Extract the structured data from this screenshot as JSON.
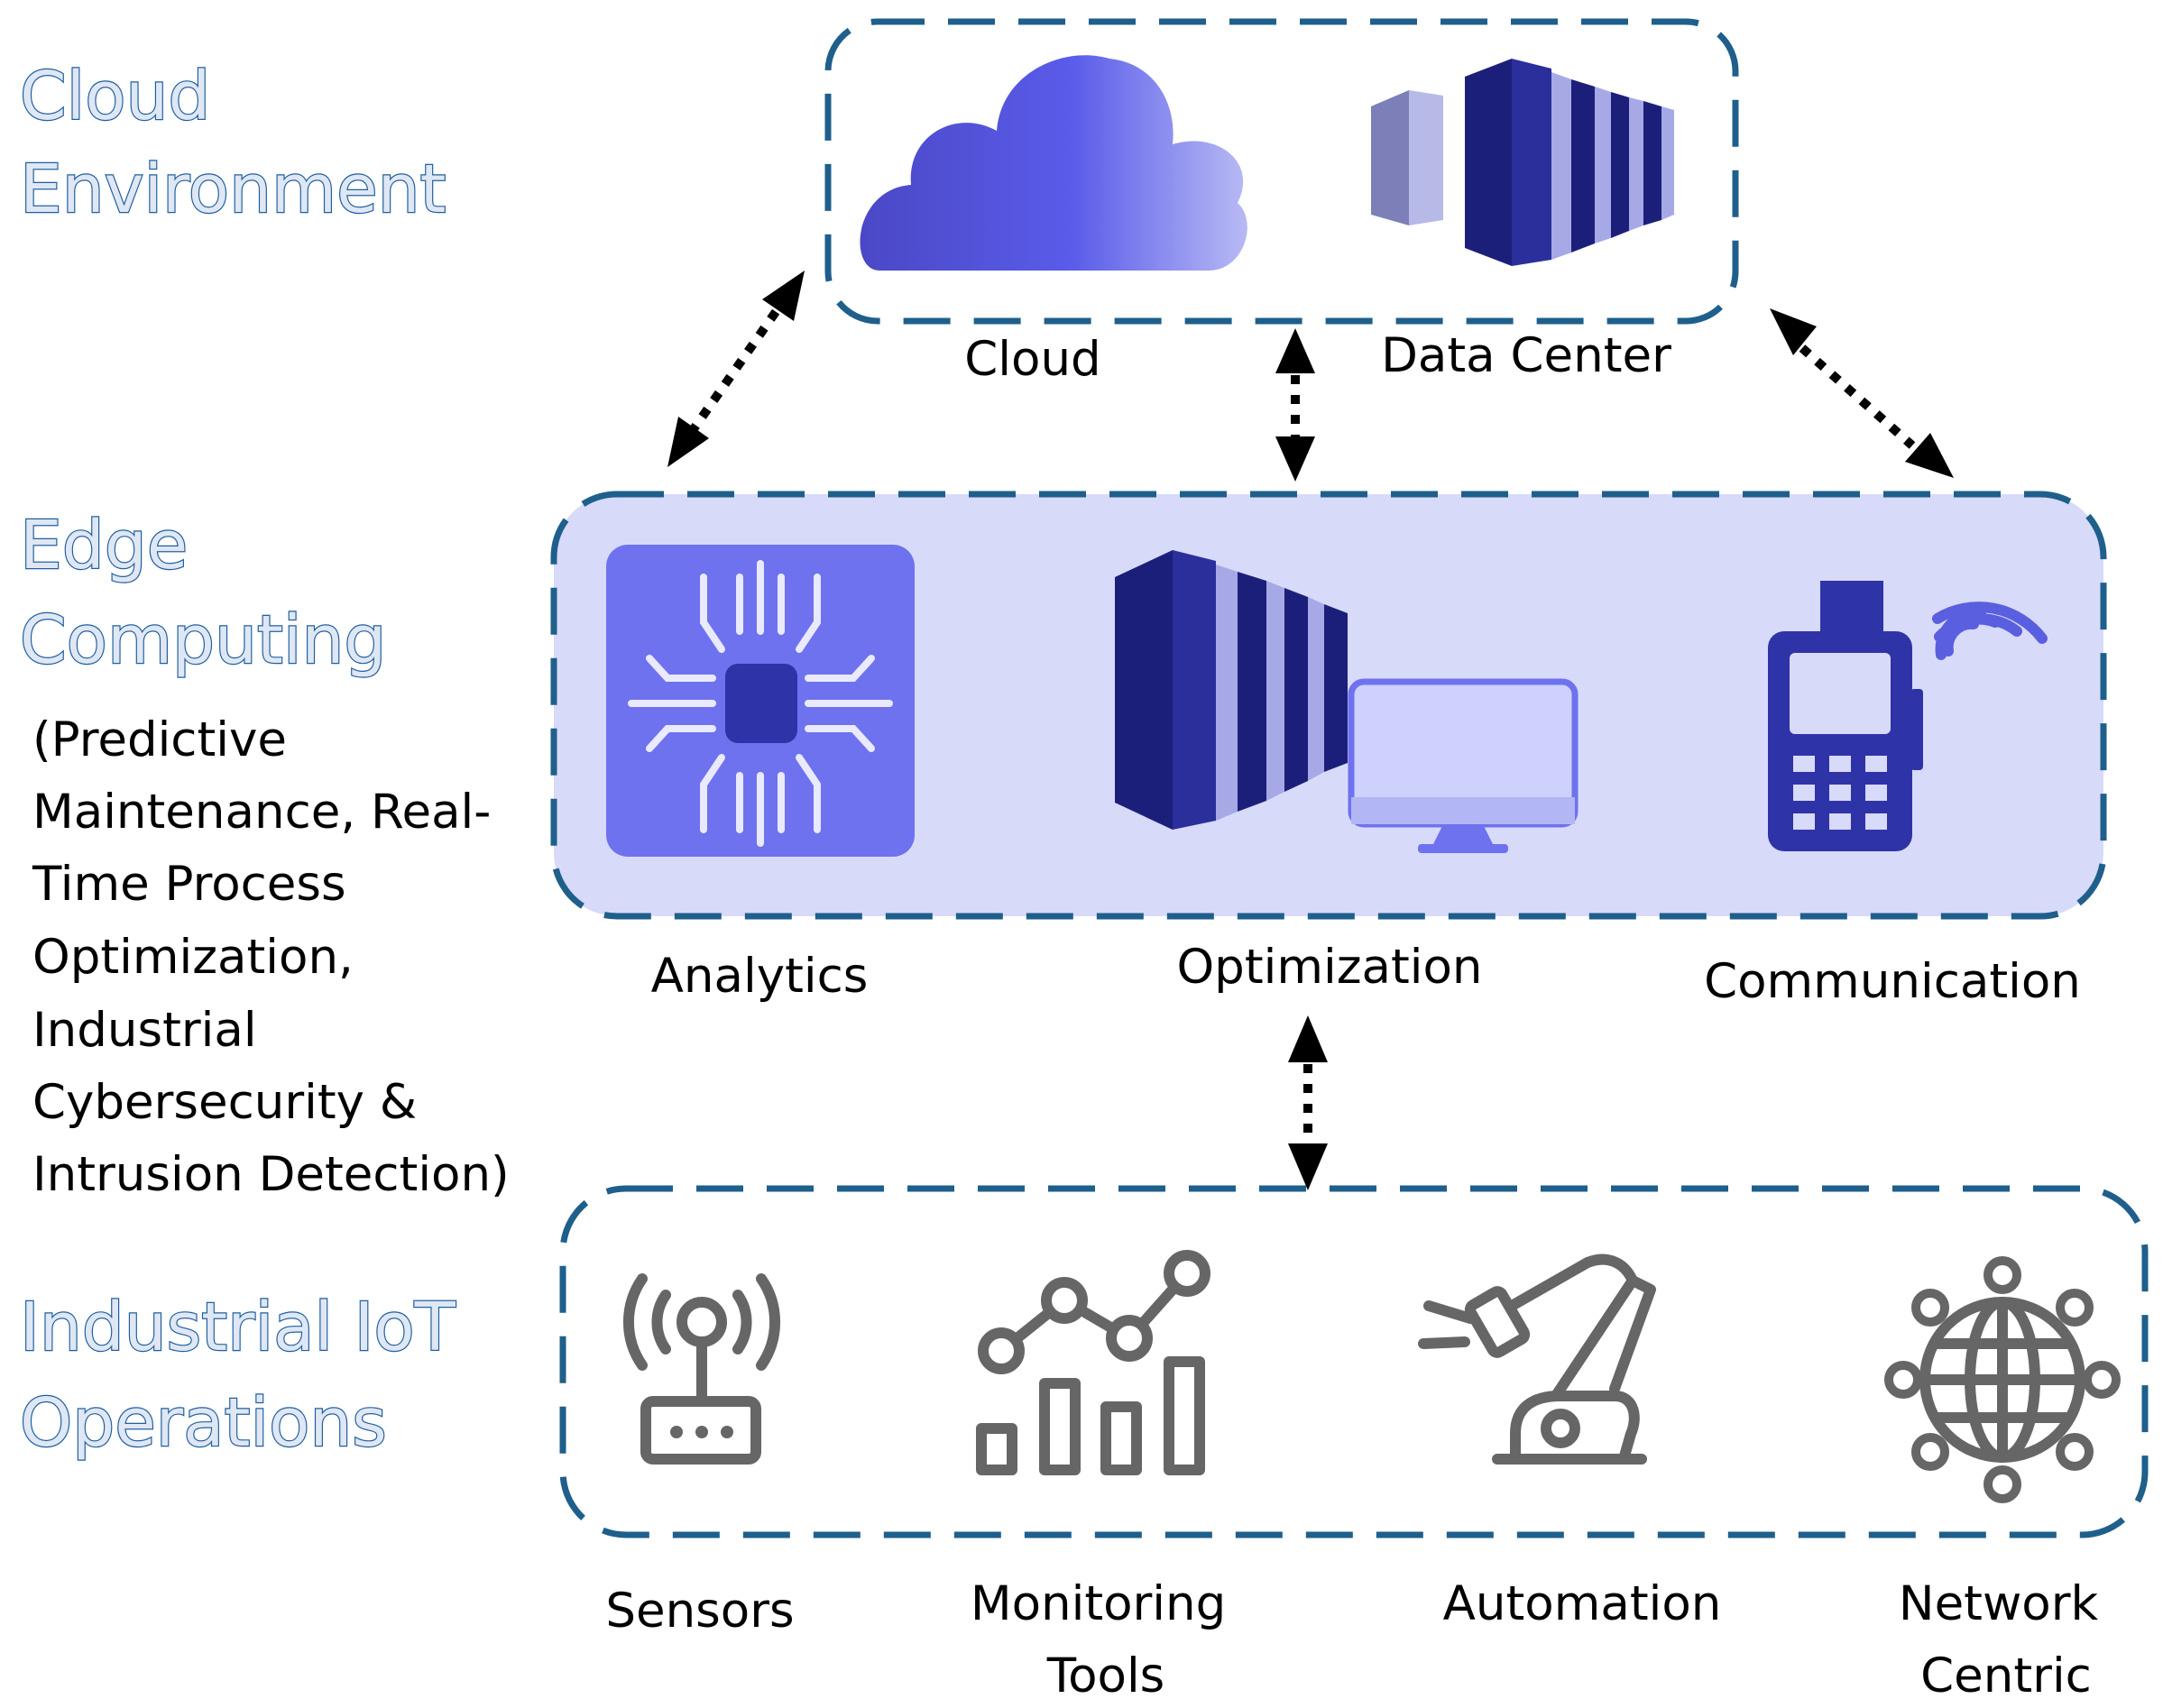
{
  "layers": {
    "cloud": {
      "title_line1": "Cloud",
      "title_line2": "Environment"
    },
    "edge": {
      "title_line1": "Edge",
      "title_line2": "Computing",
      "description": [
        "(Predictive",
        "Maintenance, Real-",
        "Time Process",
        "Optimization,",
        "Industrial",
        "Cybersecurity &",
        "Intrusion Detection)"
      ]
    },
    "iiot": {
      "title_line1": "Industrial IoT",
      "title_line2": "Operations"
    }
  },
  "components": {
    "cloud": "Cloud",
    "data_center": "Data Center",
    "analytics": "Analytics",
    "optimization": "Optimization",
    "communication": "Communication",
    "sensors": "Sensors",
    "monitoring_line1": "Monitoring",
    "monitoring_line2": "Tools",
    "automation": "Automation",
    "network_line1": "Network",
    "network_line2": "Centric"
  },
  "icons": {
    "cloud": "cloud-icon",
    "data_center": "server-rack-icon",
    "analytics": "chip-icon",
    "optimization": "server-monitor-icon",
    "communication": "payment-terminal-icon",
    "sensors": "antenna-router-icon",
    "monitoring": "chart-icon",
    "automation": "robot-arm-icon",
    "network": "globe-network-icon"
  },
  "colors": {
    "layer_title": "#1f5fa0",
    "box_border": "#1f5f8b",
    "edge_fill": "#d8daf9",
    "icon_blue": "#5a5fe0",
    "icon_navy": "#1c1f7a",
    "icon_gray": "#666666"
  }
}
